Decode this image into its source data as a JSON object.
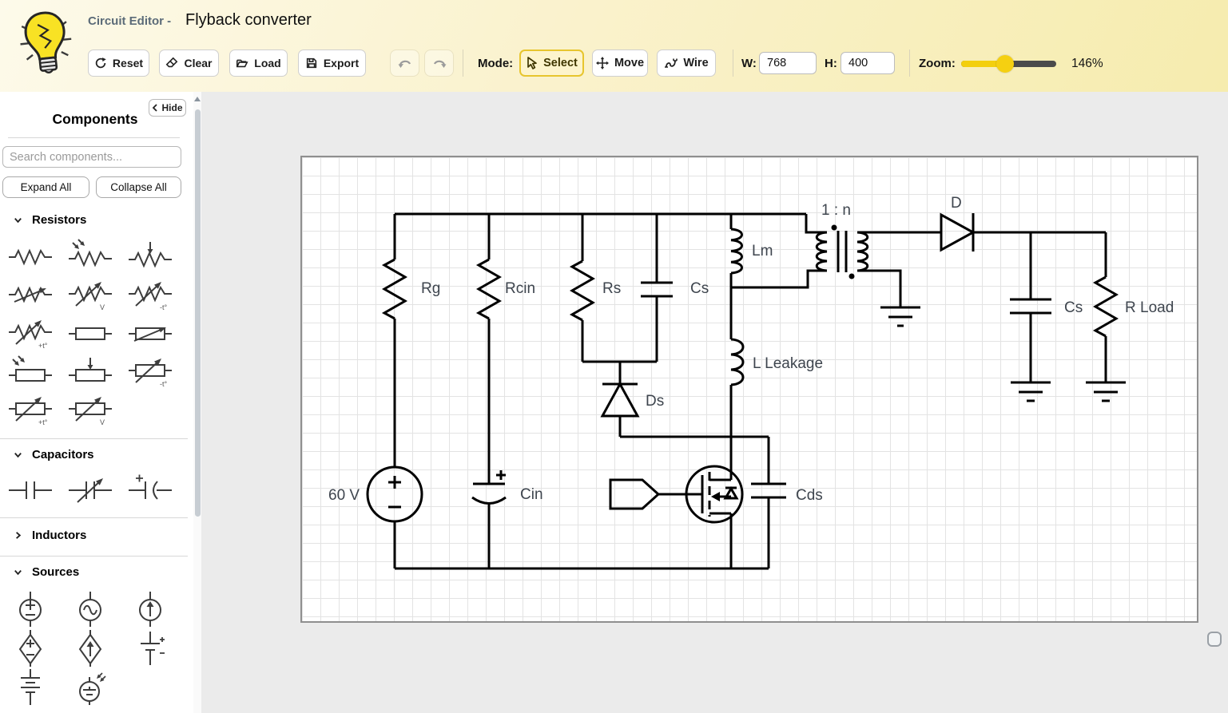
{
  "header": {
    "app_title": "Circuit Editor -",
    "doc_title": "Flyback converter",
    "toolbar": {
      "reset": "Reset",
      "clear": "Clear",
      "load": "Load",
      "export": "Export",
      "mode_label": "Mode:",
      "modes": [
        {
          "label": "Select"
        },
        {
          "label": "Move"
        },
        {
          "label": "Wire"
        }
      ],
      "width_label": "W:",
      "width_value": "768",
      "height_label": "H:",
      "height_value": "400",
      "zoom_label": "Zoom:",
      "zoom_value": "146%"
    }
  },
  "sidebar": {
    "hide_label": "Hide",
    "title": "Components",
    "search_placeholder": "Search components...",
    "expand_all": "Expand All",
    "collapse_all": "Collapse All",
    "sections": [
      {
        "label": "Resistors",
        "expanded": true,
        "icons": [
          {
            "name": "resistor"
          },
          {
            "name": "photoresistor"
          },
          {
            "name": "resistor-current-arrow"
          },
          {
            "name": "resistor-adjustable"
          },
          {
            "name": "resistor-variable",
            "tag": "V"
          },
          {
            "name": "thermistor-ntc",
            "tag": "-t°"
          },
          {
            "name": "thermistor-ptc",
            "tag": "+t°"
          },
          {
            "name": "resistor-box"
          },
          {
            "name": "resistor-box-adjustable"
          },
          {
            "name": "photoresistor-box"
          },
          {
            "name": "resistor-box-current-arrow"
          },
          {
            "name": "thermistor-box-ntc",
            "tag": "-t°"
          },
          {
            "name": "thermistor-box-ptc",
            "tag": "+t°"
          },
          {
            "name": "resistor-box-variable",
            "tag": "V"
          }
        ]
      },
      {
        "label": "Capacitors",
        "expanded": true,
        "icons": [
          {
            "name": "capacitor"
          },
          {
            "name": "capacitor-variable"
          },
          {
            "name": "capacitor-polarized"
          }
        ]
      },
      {
        "label": "Inductors",
        "expanded": false,
        "icons": []
      },
      {
        "label": "Sources",
        "expanded": true,
        "icons": [
          {
            "name": "voltage-source-dc"
          },
          {
            "name": "voltage-source-ac"
          },
          {
            "name": "current-source"
          },
          {
            "name": "dependent-voltage-source"
          },
          {
            "name": "dependent-current-source"
          },
          {
            "name": "battery-cell"
          },
          {
            "name": "battery-multi-cell"
          },
          {
            "name": "solar-cell"
          }
        ]
      }
    ]
  },
  "canvas": {
    "labels": [
      "Rg",
      "Rcin",
      "Rs",
      "Cs",
      "Lm",
      "1 : n",
      "D",
      "Cs",
      "R Load",
      "L Leakage",
      "Ds",
      "60 V",
      "Cin",
      "Cds"
    ]
  }
}
